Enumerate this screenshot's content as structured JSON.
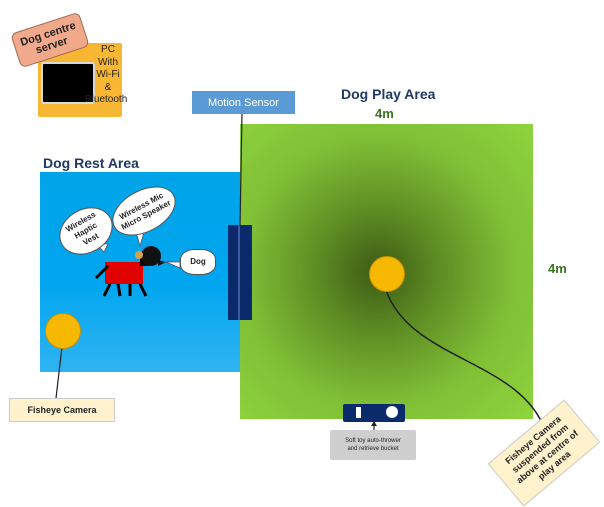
{
  "server": {
    "label": "Dog centre server"
  },
  "pc": {
    "lines": [
      "PC",
      "With",
      "Wi-Fi",
      "&",
      "Bluetooth"
    ]
  },
  "motion_sensor": {
    "label": "Motion Sensor"
  },
  "play_area": {
    "title": "Dog Play Area",
    "width_label": "4m",
    "height_label": "4m"
  },
  "rest_area": {
    "title": "Dog Rest Area"
  },
  "bubbles": {
    "vest": [
      "Wireless",
      "Haptic",
      "Vest"
    ],
    "mic": [
      "Wireless Mic",
      "Micro Speaker"
    ],
    "dog": "Dog"
  },
  "fisheye_rest": {
    "label": "Fisheye Camera"
  },
  "bucket": {
    "lines": [
      "Soft toy auto-thrower",
      "and retrieve bucket"
    ]
  },
  "fisheye_play": {
    "lines": [
      "Fisheye Camera",
      "suspended from",
      "above at centre of",
      "play area"
    ]
  },
  "colors": {
    "rest_area": "#00a3e8",
    "play_area": "#8fd43d",
    "camera": "#f6b800",
    "door": "#0b2a6b",
    "pc_box": "#f7b733",
    "dog_vest": "#e00000"
  }
}
